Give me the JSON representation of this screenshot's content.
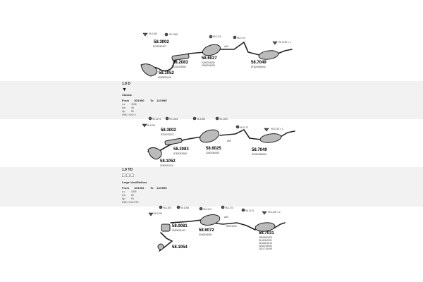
{
  "sections": [
    {
      "engine": "",
      "model": "",
      "from_label": "",
      "from_value": "",
      "to_label": "",
      "to_value": "",
      "specs": [],
      "badges": [
        "96.1190",
        "95.1185",
        "95.1113",
        "96.1174",
        "95.1230 x 2"
      ],
      "parts": [
        {
          "number": "58.3002",
          "sub": [
            "8762032027"
          ]
        },
        {
          "number": "58.2083",
          "sub": [
            "8762033084"
          ]
        },
        {
          "number": "58.1052",
          "sub": [
            "0260920010"
          ]
        },
        {
          "number": "58.6027",
          "sub": [
            "0260034050",
            "0260034050"
          ]
        },
        {
          "number": "58.7049",
          "sub": [
            "8762034654C"
          ]
        }
      ],
      "misc": [
        "ø50"
      ]
    },
    {
      "engine": "1.9 D",
      "model": "Classic",
      "from_label": "From",
      "from_value": "10/1990",
      "to_label": "To",
      "to_value": "12/1995",
      "specs": [
        {
          "label": "c.c.",
          "value": "1905"
        },
        {
          "label": "Kw.",
          "value": "48"
        },
        {
          "label": "Hp.",
          "value": "65"
        }
      ],
      "footer": "D9B / XUD 9",
      "badges": [
        "96.1190",
        "95.1174",
        "95.1054",
        "96.1054",
        "96.1190",
        "96.1173",
        "95.1230 x 2"
      ],
      "parts": [
        {
          "number": "58.3002",
          "sub": [
            "8762032027"
          ]
        },
        {
          "number": "58.2083",
          "sub": [
            "8762033084"
          ]
        },
        {
          "number": "58.1052",
          "sub": [
            "0260920010"
          ]
        },
        {
          "number": "58.6025",
          "sub": [
            "0260034080"
          ]
        },
        {
          "number": "58.7049",
          "sub": [
            "8762034654C"
          ]
        }
      ],
      "misc": [
        "ø50"
      ]
    },
    {
      "engine": "1.9 TD",
      "model": "Large Van/Minibus",
      "from_label": "From",
      "from_value": "10/1992",
      "to_label": "To",
      "to_value": "12/1995",
      "specs": [
        {
          "label": "c.c.",
          "value": "1905"
        },
        {
          "label": "Kw.",
          "value": "66"
        },
        {
          "label": "Hp.",
          "value": "90"
        }
      ],
      "footer": "D9B / XUD 9TE",
      "badges": [
        "96.1190",
        "96.1190",
        "95.1054",
        "96.1113",
        "96.1174",
        "96.1174",
        "95.1230 x 2"
      ],
      "parts": [
        {
          "number": "58.0081",
          "sub": [
            "0260918143"
          ]
        },
        {
          "number": "58.1054",
          "sub": []
        },
        {
          "number": "58.6072",
          "sub": [
            "0260934081"
          ]
        },
        {
          "number": "58.7031",
          "sub": [
            "0962600403",
            "9142000091",
            "9142302014",
            "0262015903",
            "1151715408"
          ]
        }
      ],
      "misc": [
        "ø50",
        "1500/1502"
      ]
    }
  ]
}
